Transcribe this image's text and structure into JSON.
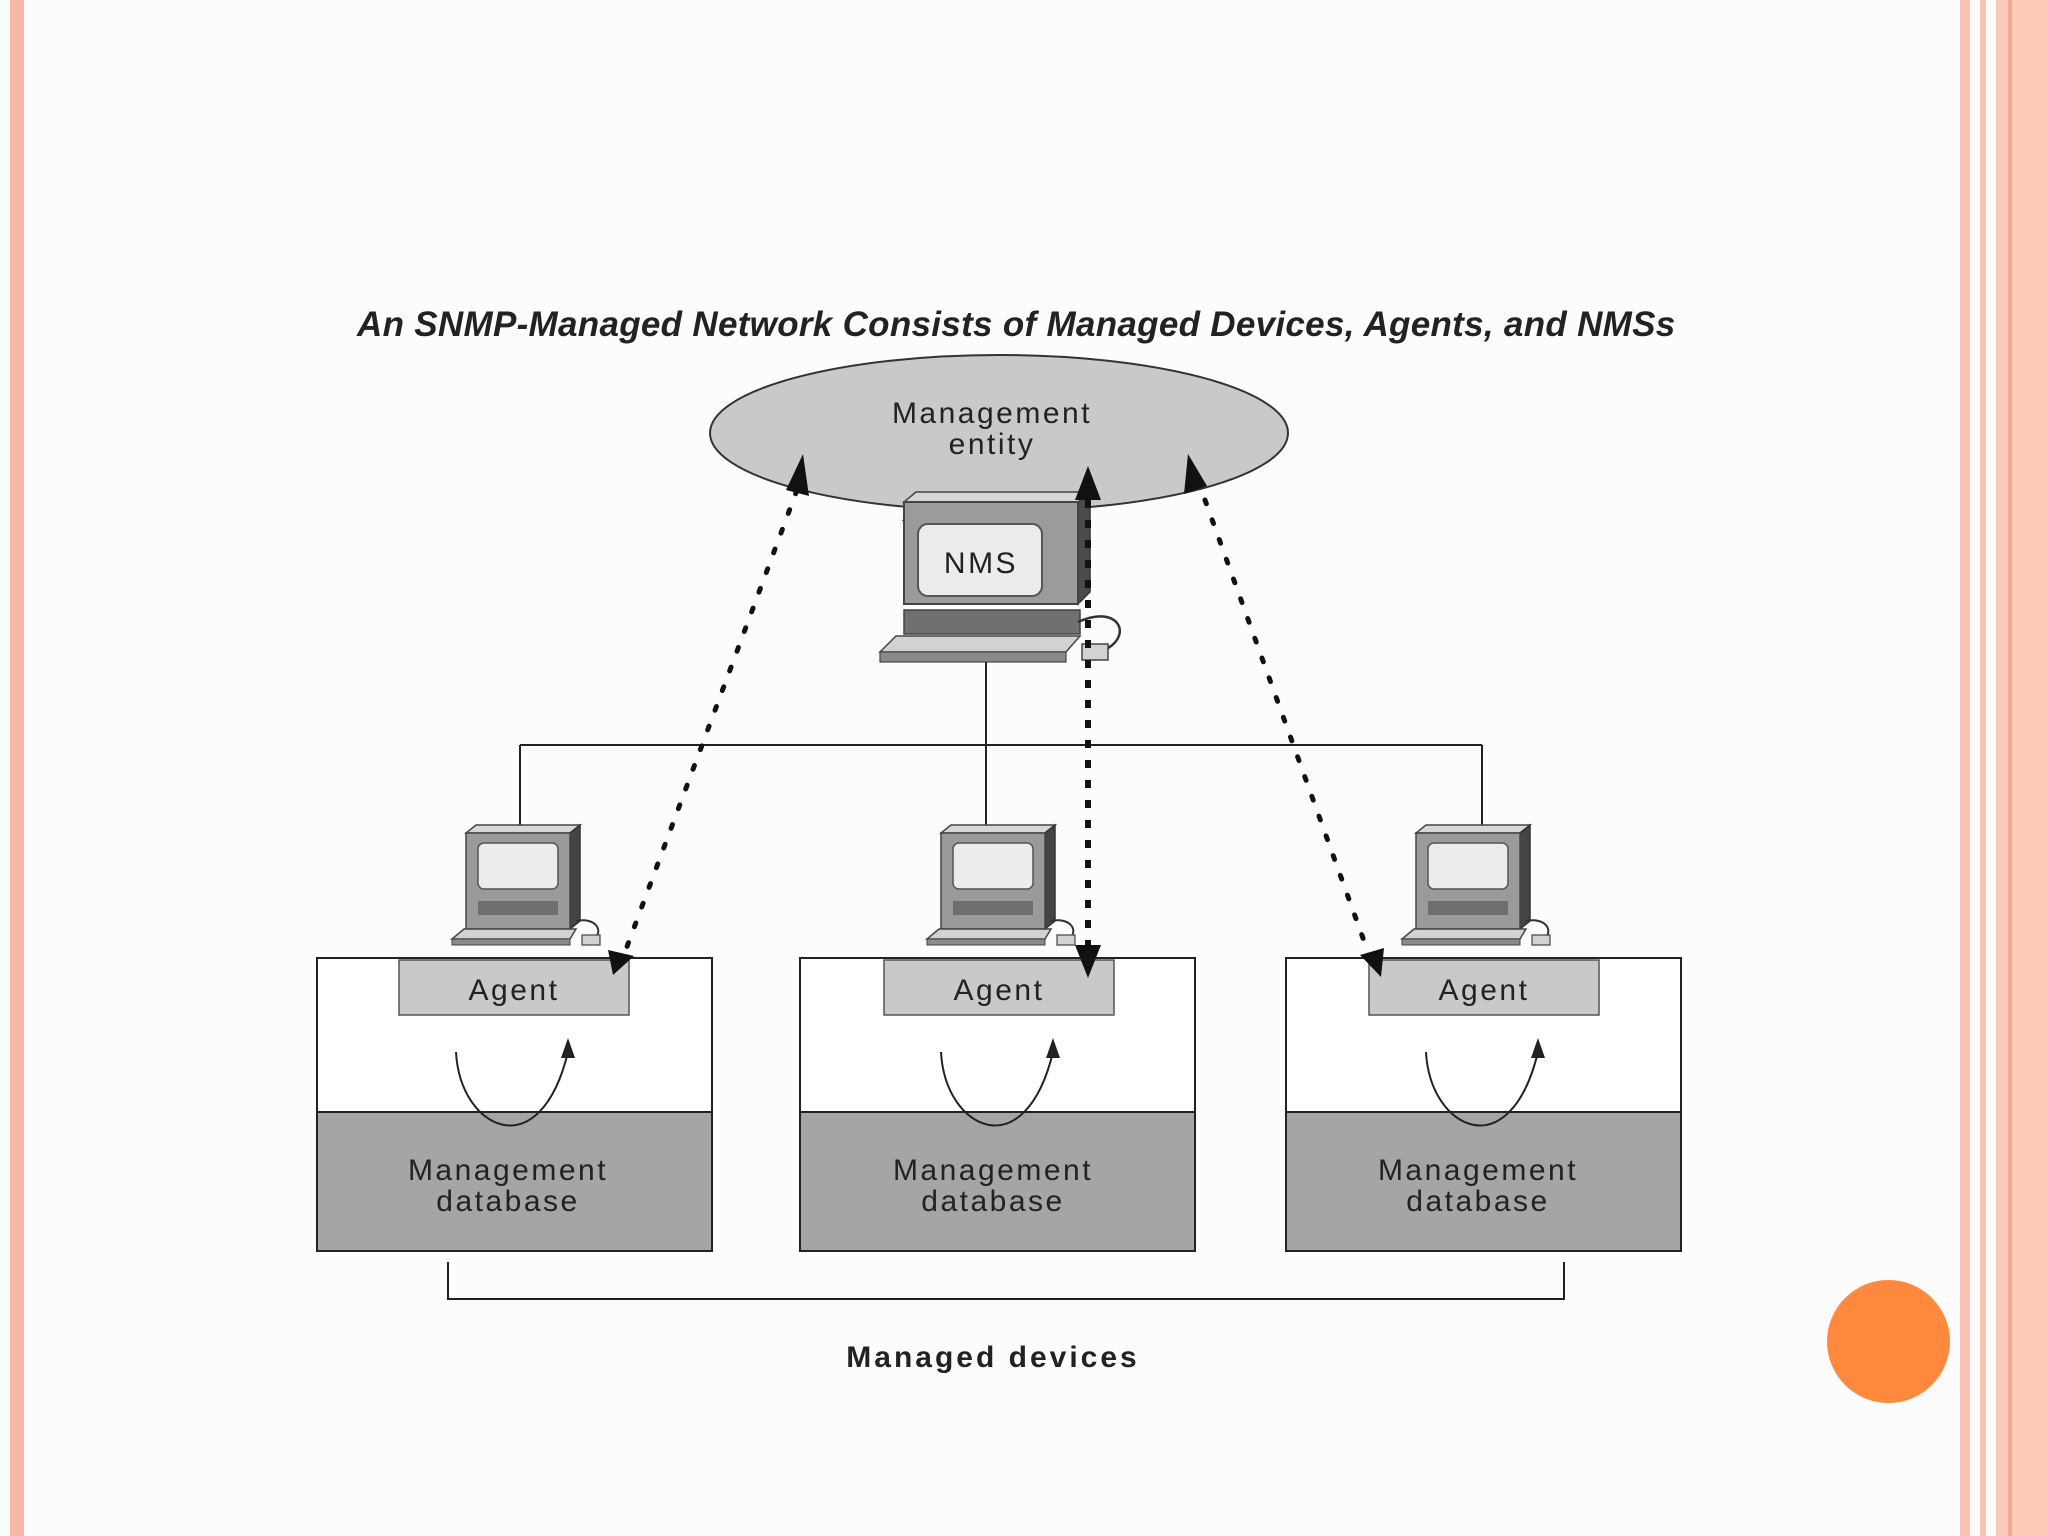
{
  "diagram": {
    "title": "An SNMP-Managed Network Consists of Managed Devices, Agents, and NMSs",
    "management_entity": {
      "line1": "Management",
      "line2": "entity"
    },
    "nms_label": "NMS",
    "devices": [
      {
        "agent_label": "Agent",
        "db_line1": "Management",
        "db_line2": "database"
      },
      {
        "agent_label": "Agent",
        "db_line1": "Management",
        "db_line2": "database"
      },
      {
        "agent_label": "Agent",
        "db_line1": "Management",
        "db_line2": "database"
      }
    ],
    "managed_devices_label": "Managed devices"
  },
  "colors": {
    "left_stripe": "#f8b8a6",
    "right_stripe": "#f9c2b0",
    "accent_dot": "#ff8a3d",
    "diagram_gray": "#c9c9c9",
    "database_gray": "#a5a5a5"
  }
}
